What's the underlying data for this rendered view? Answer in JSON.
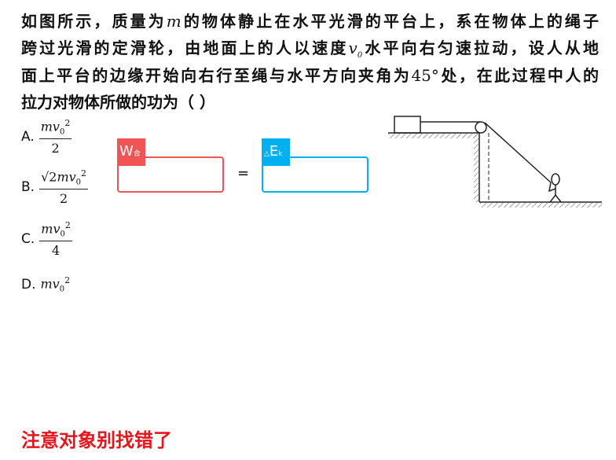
{
  "question": {
    "line1": [
      "如图所示，质量为",
      "m",
      "的物体静止在水平光滑的平台上，系在物体上的绳子"
    ],
    "line2": [
      "跨过光滑的定滑轮，由地面上的人以速度",
      "v",
      "0",
      "水平向右匀速拉动，设人从地"
    ],
    "line3": [
      "面上平台的边缘开始向右行至绳与水平方向夹角为",
      "45°",
      "处，在此过程中人的"
    ],
    "line4": "拉力对物体所做的功为（    ）"
  },
  "options": [
    {
      "label": "A.",
      "num": "mv",
      "sub": "0",
      "sup": "2",
      "den": "2"
    },
    {
      "label": "B.",
      "prefix": "√2",
      "num": "mv",
      "sub": "0",
      "sup": "2",
      "den": "2"
    },
    {
      "label": "C.",
      "num": "mv",
      "sub": "0",
      "sup": "2",
      "den": "4"
    },
    {
      "label": "D.",
      "num": "mv",
      "sub": "0",
      "sup": "2"
    }
  ],
  "equation": {
    "left_tab": "W",
    "left_sub": "合",
    "equals": "=",
    "right_tab_prefix": "△",
    "right_tab": "E",
    "right_sub": "k",
    "left_color": "#f05454",
    "right_color": "#00b0f0"
  },
  "note": "注意对象别找错了"
}
